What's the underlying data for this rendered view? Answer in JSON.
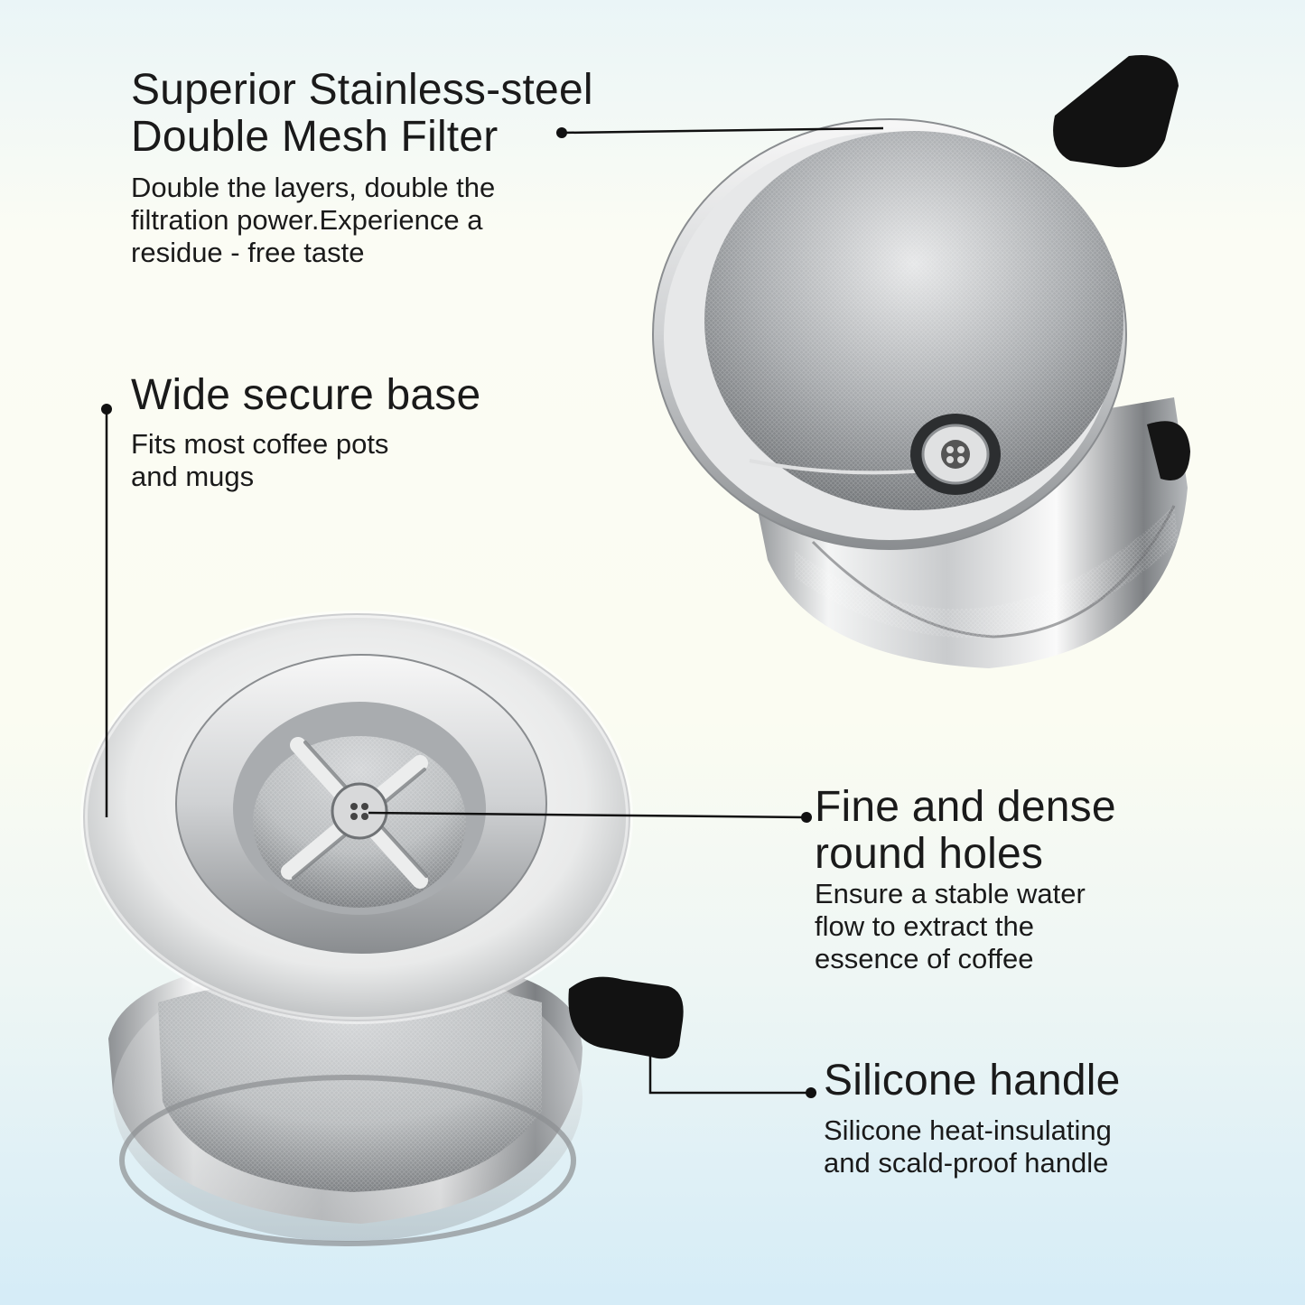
{
  "features": [
    {
      "title": "Superior Stainless-steel\nDouble Mesh Filter",
      "description": "Double the layers, double the\nfiltration power.Experience a\nresidue - free taste"
    },
    {
      "title": "Wide secure base",
      "description": "Fits most coffee pots\nand mugs"
    },
    {
      "title": "Fine and dense\nround holes",
      "description": "Ensure a stable water\nflow to extract the\nessence of coffee"
    },
    {
      "title": "Silicone handle",
      "description": "Silicone heat-insulating\nand scald-proof handle"
    }
  ],
  "colors": {
    "text": "#1a1a1a",
    "steel_light": "#f2f3f3",
    "steel_dark": "#6d7073",
    "handle": "#111111"
  },
  "icons": [
    "coffee-dripper-top-view",
    "coffee-dripper-bottom-view",
    "callout-dot"
  ]
}
